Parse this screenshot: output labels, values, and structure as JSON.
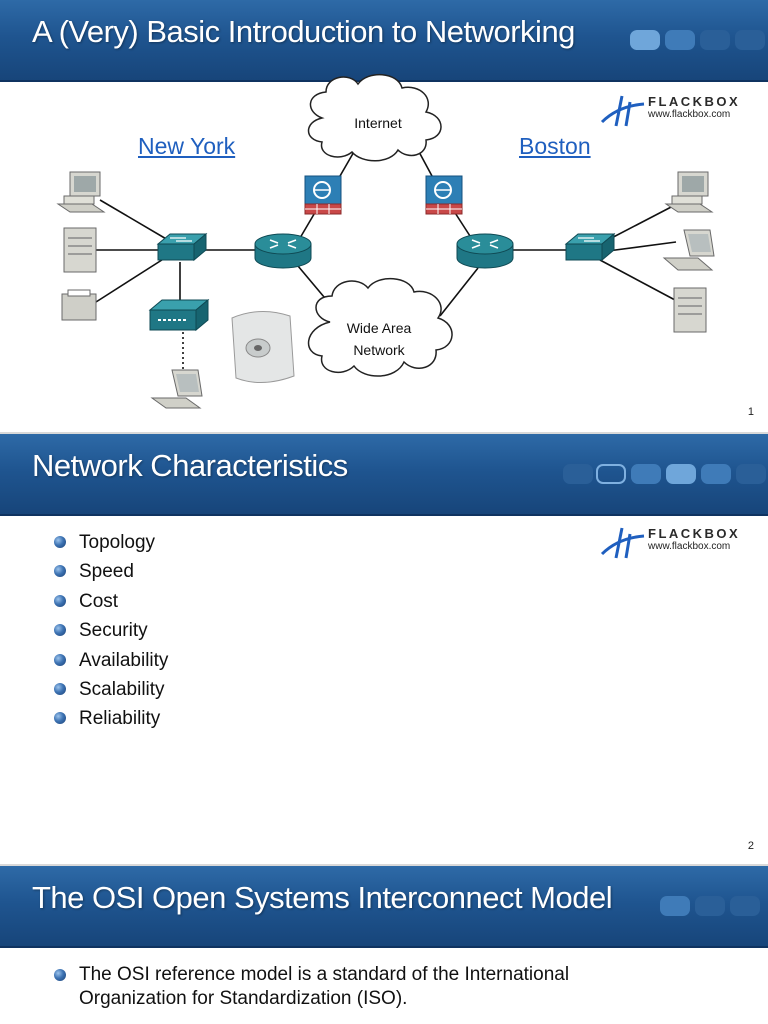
{
  "logo": {
    "brand": "FLACKBOX",
    "url": "www.flackbox.com"
  },
  "slide1": {
    "title": "A (Very) Basic Introduction to Networking",
    "city_left": "New York",
    "city_right": "Boston",
    "cloud_top": "Internet",
    "cloud_bottom_line1": "Wide Area",
    "cloud_bottom_line2": "Network",
    "number": "1"
  },
  "slide2": {
    "title": "Network Characteristics",
    "bullets": [
      "Topology",
      "Speed",
      "Cost",
      "Security",
      "Availability",
      "Scalability",
      "Reliability"
    ],
    "number": "2"
  },
  "slide3": {
    "title": "The OSI Open Systems Interconnect Model",
    "bullet_line1": "The OSI reference model is a standard of the International",
    "bullet_line2": "Organization for Standardization (ISO)."
  },
  "colors": {
    "banner": "#1f5590",
    "link": "#1f5fbf",
    "router": "#2a8d99",
    "firewall": "#2d7fb5"
  },
  "icons": [
    "pc-icon",
    "server-icon",
    "printer-icon",
    "laptop-icon",
    "switch-icon",
    "router-icon",
    "firewall-icon",
    "wireless-controller-icon",
    "access-point-icon",
    "cloud-icon"
  ]
}
